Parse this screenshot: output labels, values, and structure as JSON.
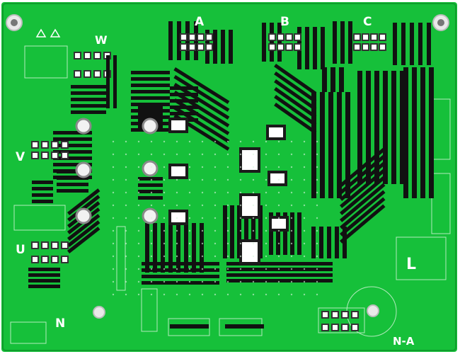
{
  "photo": {
    "subject": "pcb-board",
    "board_color": "#16c03a",
    "board_edge_color": "#0f9e2c",
    "pad_color": "#111111",
    "silkscreen_color": "#ffffff"
  },
  "labels": {
    "phase_a": "A",
    "phase_b": "B",
    "phase_c": "C",
    "phase_w": "W",
    "phase_v": "V",
    "phase_u": "U",
    "neutral": "N",
    "neutral_a": "N-A",
    "l_mark": "L"
  }
}
